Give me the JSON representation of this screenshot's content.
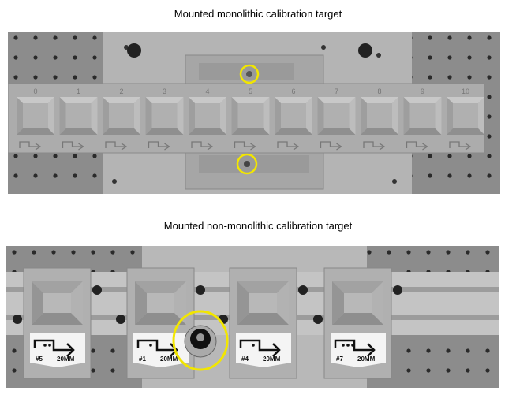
{
  "figure": {
    "top_caption": "Mounted monolithic calibration target",
    "bottom_caption": "Mounted non-monolithic calibration target",
    "top_target_numbers": [
      "0",
      "1",
      "2",
      "3",
      "4",
      "5",
      "6",
      "7",
      "8",
      "9",
      "10"
    ],
    "bottom_tiles": [
      {
        "id": "#5",
        "size": "20MM",
        "dots": 2
      },
      {
        "id": "#1",
        "size": "20MM",
        "dots": 1
      },
      {
        "id": "#4",
        "size": "20MM",
        "dots": 1
      },
      {
        "id": "#7",
        "size": "20MM",
        "dots": 3
      }
    ],
    "highlight_color": "#f2e600"
  }
}
